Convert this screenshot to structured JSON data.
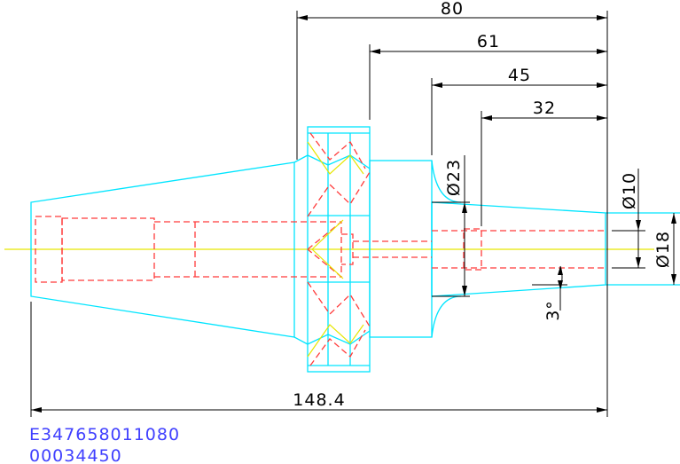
{
  "dimensions": {
    "overall_length": "148.4",
    "len_80": "80",
    "len_61": "61",
    "len_45": "45",
    "len_32": "32",
    "dia_23": "Ø23",
    "dia_10": "Ø10",
    "dia_18": "Ø18",
    "taper_angle": "3°"
  },
  "part_codes": {
    "line1": "E347658011080",
    "line2": "00034450"
  },
  "colors": {
    "outline": "#00e5ff",
    "hidden": "#ff3b3b",
    "centerline": "#e6e600",
    "dimension": "#000000",
    "code_text": "#4040ff"
  }
}
